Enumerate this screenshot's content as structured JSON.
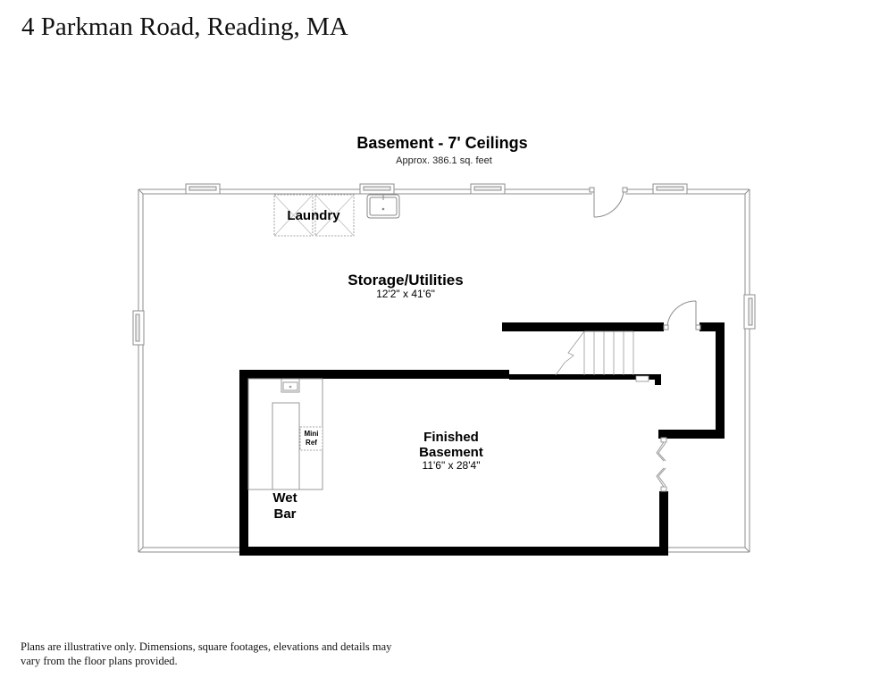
{
  "header": {
    "address": "4 Parkman Road, Reading, MA"
  },
  "plan": {
    "title": "Basement - 7' Ceilings",
    "subtitle": "Approx. 386.1 sq. feet"
  },
  "rooms": [
    {
      "id": "laundry",
      "name": "Laundry",
      "dimensions": ""
    },
    {
      "id": "storage",
      "name": "Storage/Utilities",
      "dimensions": "12'2\" x 41'6\""
    },
    {
      "id": "finished",
      "name_line1": "Finished",
      "name_line2": "Basement",
      "dimensions": "11'6\" x 28'4\""
    },
    {
      "id": "wetbar",
      "name_line1": "Wet",
      "name_line2": "Bar",
      "dimensions": ""
    },
    {
      "id": "miniref",
      "name_line1": "Mini",
      "name_line2": "Ref",
      "dimensions": ""
    }
  ],
  "footer": {
    "disclaimer": "Plans are illustrative only. Dimensions, square footages, elevations and details may vary from the floor plans provided."
  },
  "colors": {
    "wall_solid": "#000000",
    "wall_outline": "#8a8a8a",
    "fixture": "#7a7a7a",
    "background": "#ffffff"
  }
}
